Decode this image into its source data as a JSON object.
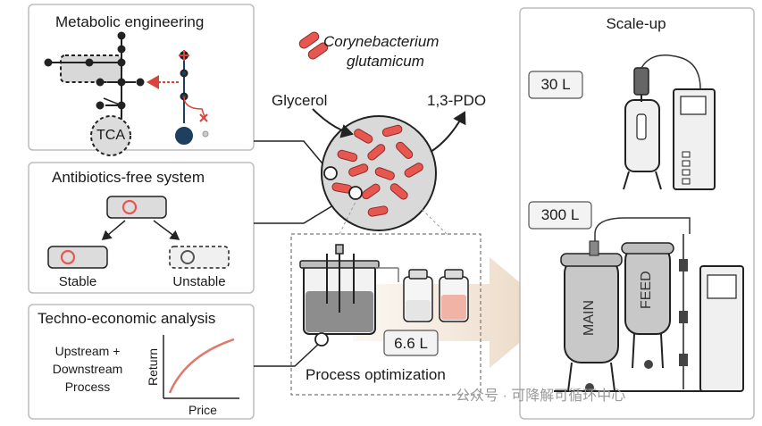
{
  "panels": {
    "metabolic": {
      "title": "Metabolic engineering",
      "tca": "TCA"
    },
    "antibiotics": {
      "title": "Antibiotics-free system",
      "stable": "Stable",
      "unstable": "Unstable"
    },
    "techno": {
      "title": "Techno-economic analysis",
      "upstream_line1": "Upstream +",
      "upstream_line2": "Downstream",
      "upstream_line3": "Process",
      "y_axis": "Return",
      "x_axis": "Price"
    }
  },
  "center": {
    "organism_line1": "Corynebacterium",
    "organism_line2": "glutamicum",
    "substrate": "Glycerol",
    "product": "1,3-PDO",
    "volume": "6.6 L",
    "process": "Process optimization"
  },
  "scaleup": {
    "title": "Scale-up",
    "small_volume": "30 L",
    "large_volume": "300 L",
    "main_label": "MAIN",
    "feed_label": "FEED"
  },
  "watermark": "公众号 · 可降解可循环中心",
  "colors": {
    "cell": "#e8574f",
    "dish": "#d9d9d9",
    "node_dark": "#1e4060",
    "curve": "#e07a6a"
  }
}
